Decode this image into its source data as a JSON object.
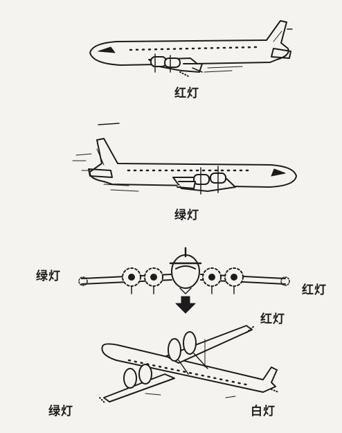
{
  "colors": {
    "ink": "#1c1c1c",
    "paper": "#f4f3ef"
  },
  "labels": {
    "side_right_red": "红灯",
    "side_left_green": "绿灯",
    "front_left_green": "绿灯",
    "front_right_red": "红灯",
    "persp_right_red": "红灯",
    "persp_left_green": "绿灯",
    "persp_tail_white": "白灯"
  }
}
